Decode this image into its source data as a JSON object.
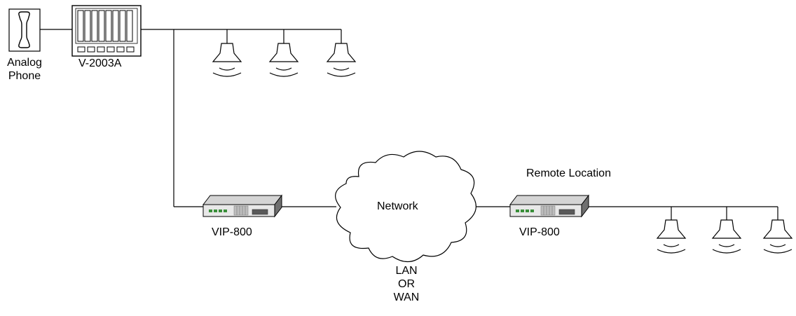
{
  "diagram": {
    "phone_label_line1": "Analog",
    "phone_label_line2": "Phone",
    "controller_label": "V-2003A",
    "vip_left_label": "VIP-800",
    "network_label": "Network",
    "network_sub_line1": "LAN",
    "network_sub_line2": "OR",
    "network_sub_line3": "WAN",
    "remote_location_label": "Remote Location",
    "vip_right_label": "VIP-800"
  },
  "icons": {
    "phone": "analog-phone-icon",
    "controller": "v-2003a-rack-icon",
    "gateway": "vip-800-gateway-icon",
    "cloud": "network-cloud-icon",
    "speaker": "ceiling-speaker-icon"
  }
}
